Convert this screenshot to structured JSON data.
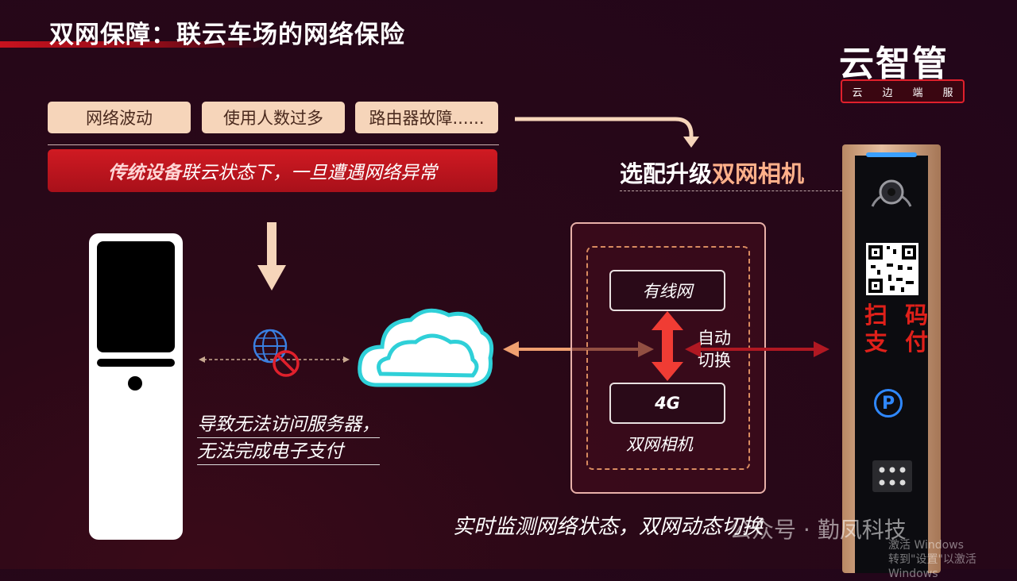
{
  "title": "双网保障：联云车场的网络保险",
  "logo": {
    "main": "云智管",
    "sub": [
      "云",
      "边",
      "端",
      "服"
    ]
  },
  "issues": [
    "网络波动",
    "使用人数过多",
    "路由器故障......"
  ],
  "alert": {
    "highlight": "传统设备",
    "text": "联云状态下，一旦遭遇网络异常"
  },
  "upgrade": {
    "prefix": "选配升级",
    "highlight": "双网相机"
  },
  "result": [
    "导致无法访问服务器，",
    "无法完成电子支付"
  ],
  "dual": {
    "wired": "有线网",
    "auto": [
      "自动",
      "切换"
    ],
    "g4": "4G",
    "label": "双网相机"
  },
  "pole": {
    "pay": [
      "扫 码",
      "支 付"
    ],
    "p": "P"
  },
  "bottom": "实时监测网络状态，双网动态切换",
  "watermark": {
    "brand": "公众号 · 勤凤科技",
    "activate": "激活 Windows",
    "activate_hint": "转到\"设置\"以激活 Windows"
  },
  "colors": {
    "bg": "#22061a",
    "red": "#d01a22",
    "chip": "#f6d5ba",
    "orange": "#f0a070",
    "blue": "#3aa0ff"
  }
}
